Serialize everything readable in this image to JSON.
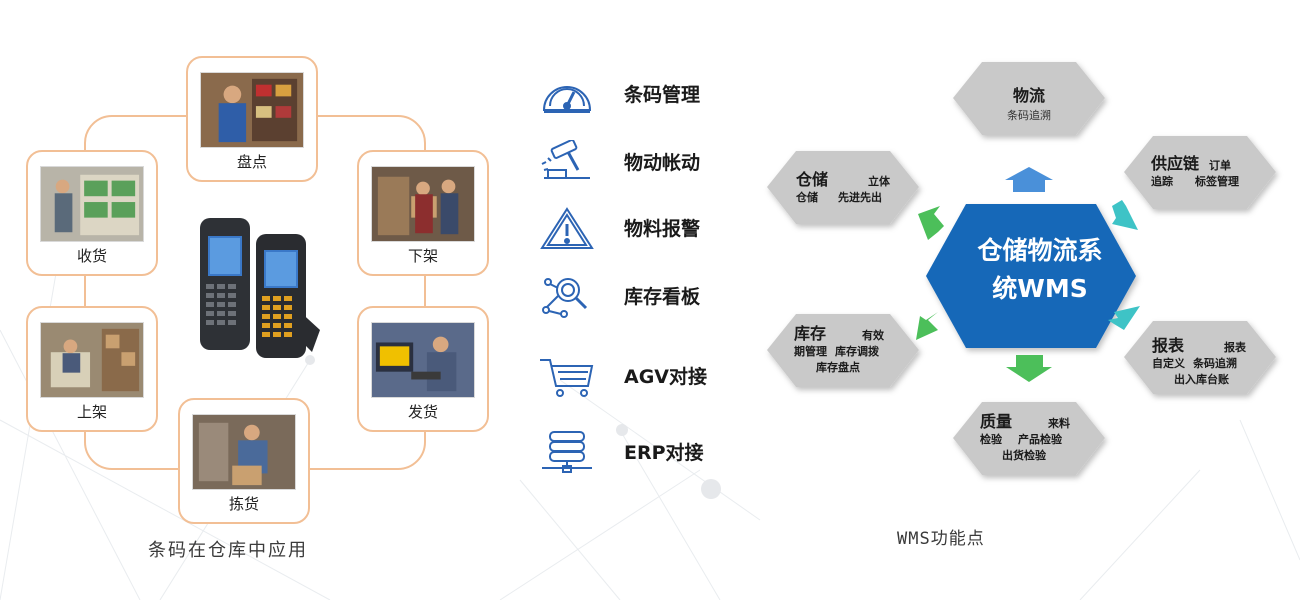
{
  "barcode_cycle": {
    "caption": "条码在仓库中应用",
    "steps": [
      "盘点",
      "下架",
      "发货",
      "拣货",
      "上架",
      "收货"
    ]
  },
  "features": [
    {
      "label": "条码管理",
      "icon": "gauge-icon"
    },
    {
      "label": "物动帐动",
      "icon": "gavel-icon"
    },
    {
      "label": "物料报警",
      "icon": "warning-icon"
    },
    {
      "label": "库存看板",
      "icon": "magnifier-network-icon"
    },
    {
      "label": "AGV对接",
      "icon": "cart-icon"
    },
    {
      "label": "ERP对接",
      "icon": "database-icon"
    }
  ],
  "wms": {
    "center_line1": "仓储物流系",
    "center_line2": "统WMS",
    "caption": "WMS功能点",
    "modules": [
      {
        "title": "物流",
        "l1": "条码追溯",
        "l2": "",
        "l3": ""
      },
      {
        "title": "供应链",
        "l1": "订单",
        "l2": "追踪",
        "l3": "标签管理"
      },
      {
        "title": "报表",
        "l1": "报表",
        "l2": "自定义",
        "l3": "条码追溯",
        "l4": "出入库台账"
      },
      {
        "title": "质量",
        "l1": "来料",
        "l2": "检验",
        "l3": "产品检验",
        "l4": "出货检验"
      },
      {
        "title": "库存",
        "l1": "有效",
        "l2": "期管理",
        "l3": "库存调拨",
        "l4": "库存盘点"
      },
      {
        "title": "仓储",
        "l1": "立体",
        "l2": "仓储",
        "l3": "先进先出"
      }
    ],
    "colors": {
      "center": "#1567b8",
      "hex": "#c9c9c9",
      "top_arrow": "#4a90d9",
      "right_arrow": "#3ec3c6",
      "bottom_arrow": "#4cbf5a"
    }
  }
}
